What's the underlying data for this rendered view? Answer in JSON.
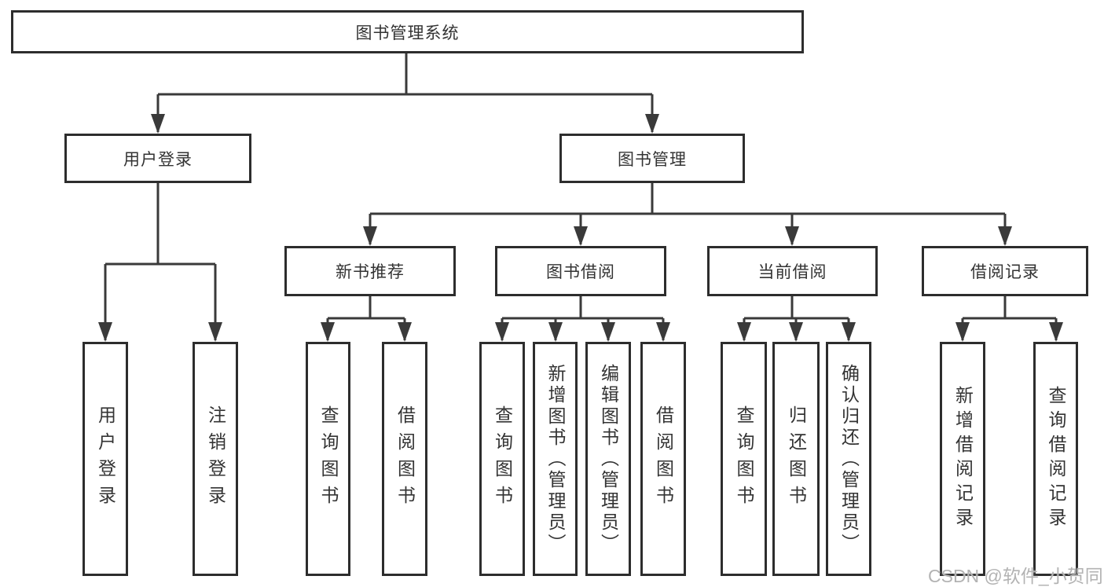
{
  "diagram": {
    "root": {
      "label": "图书管理系统"
    },
    "level2": [
      {
        "label": "用户登录"
      },
      {
        "label": "图书管理"
      }
    ],
    "level3": [
      {
        "label": "新书推荐"
      },
      {
        "label": "图书借阅"
      },
      {
        "label": "当前借阅"
      },
      {
        "label": "借阅记录"
      }
    ],
    "leaves": [
      {
        "label": "用户登录"
      },
      {
        "label": "注销登录"
      },
      {
        "label": "查询图书"
      },
      {
        "label": "借阅图书"
      },
      {
        "label": "查询图书"
      },
      {
        "label": "新增图书（管理员）"
      },
      {
        "label": "编辑图书（管理员）"
      },
      {
        "label": "借阅图书"
      },
      {
        "label": "查询图书"
      },
      {
        "label": "归还图书"
      },
      {
        "label": "确认归还（管理员）"
      },
      {
        "label": "新增借阅记录"
      },
      {
        "label": "查询借阅记录"
      }
    ],
    "watermark": "CSDN @软件_小贺同学",
    "colors": {
      "line": "#3a3a3a",
      "box_border": "#2d2d2d",
      "text": "#333333",
      "watermark": "#b3b3b3",
      "background": "#ffffff"
    }
  }
}
